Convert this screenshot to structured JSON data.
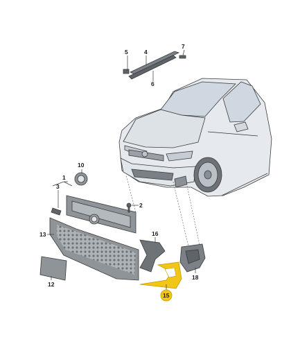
{
  "diagram": {
    "callouts": [
      {
        "id": "c1",
        "label": "1"
      },
      {
        "id": "c2",
        "label": "2"
      },
      {
        "id": "c3",
        "label": "3"
      },
      {
        "id": "c4",
        "label": "4"
      },
      {
        "id": "c5",
        "label": "5"
      },
      {
        "id": "c6",
        "label": "6"
      },
      {
        "id": "c7",
        "label": "7"
      },
      {
        "id": "c10",
        "label": "10"
      },
      {
        "id": "c12",
        "label": "12"
      },
      {
        "id": "c13",
        "label": "13"
      },
      {
        "id": "c15",
        "label": "15"
      },
      {
        "id": "c16",
        "label": "16"
      },
      {
        "id": "c18",
        "label": "18"
      }
    ],
    "highlight_color": "#f2c617",
    "part_colors": {
      "car_body": "#e6eaee",
      "car_glass": "#cfd8e0",
      "grille": "#8f9499",
      "dark_part": "#5f6469"
    }
  }
}
